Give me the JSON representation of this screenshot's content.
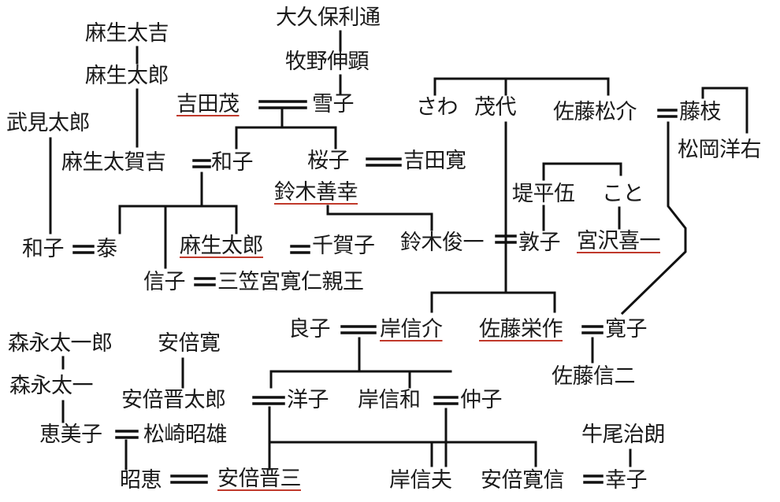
{
  "persons": {
    "okubo_toshimichi": "大久保利通",
    "makino_nobuaki": "牧野伸顕",
    "yoshida_shigeru": "吉田茂",
    "yukiko": "雪子",
    "aso_taikichi": "麻生太吉",
    "aso_taro_elder": "麻生太郎",
    "takemi_taro": "武見太郎",
    "aso_takakichi": "麻生太賀吉",
    "kazuko_yoshida": "和子",
    "sakurako": "桜子",
    "yoshida_hiroshi": "吉田寛",
    "sawa": "さわ",
    "shigeyo": "茂代",
    "sato_matsusuke": "佐藤松介",
    "fujie": "藤枝",
    "matsuoka_yosuke": "松岡洋右",
    "suzuki_zenko": "鈴木善幸",
    "tsutsumi_heigo": "堤平伍",
    "koto": "こと",
    "kazuko_takemi": "和子",
    "yasushi": "泰",
    "aso_taro": "麻生太郎",
    "chikako": "千賀子",
    "suzuki_shunichi": "鈴木俊一",
    "atsuko": "敦子",
    "miyazawa_kiichi": "宮沢喜一",
    "nobuko": "信子",
    "prince_tomohito": "三笠宮寛仁親王",
    "yoshiko": "良子",
    "kishi_nobusuke": "岸信介",
    "sato_eisaku": "佐藤栄作",
    "hiroko": "寛子",
    "morinaga_taichiro": "森永太一郎",
    "abe_kan": "安倍寛",
    "sato_shinji": "佐藤信二",
    "morinaga_taichi": "森永太一",
    "abe_shintaro": "安倍晋太郎",
    "yoko": "洋子",
    "kishi_nobukazu": "岸信和",
    "nakako": "仲子",
    "emiko": "恵美子",
    "matsuzaki_akio": "松崎昭雄",
    "ushio_jiro": "牛尾治朗",
    "akie": "昭恵",
    "abe_shinzo": "安倍晋三",
    "kishi_nobuo": "岸信夫",
    "abe_hironobu": "安倍寛信",
    "sachiko": "幸子"
  },
  "colors": {
    "text": "#1a1a1a",
    "line": "#111111",
    "prime_minister_underline": "#c0392b",
    "background": "#ffffff"
  }
}
